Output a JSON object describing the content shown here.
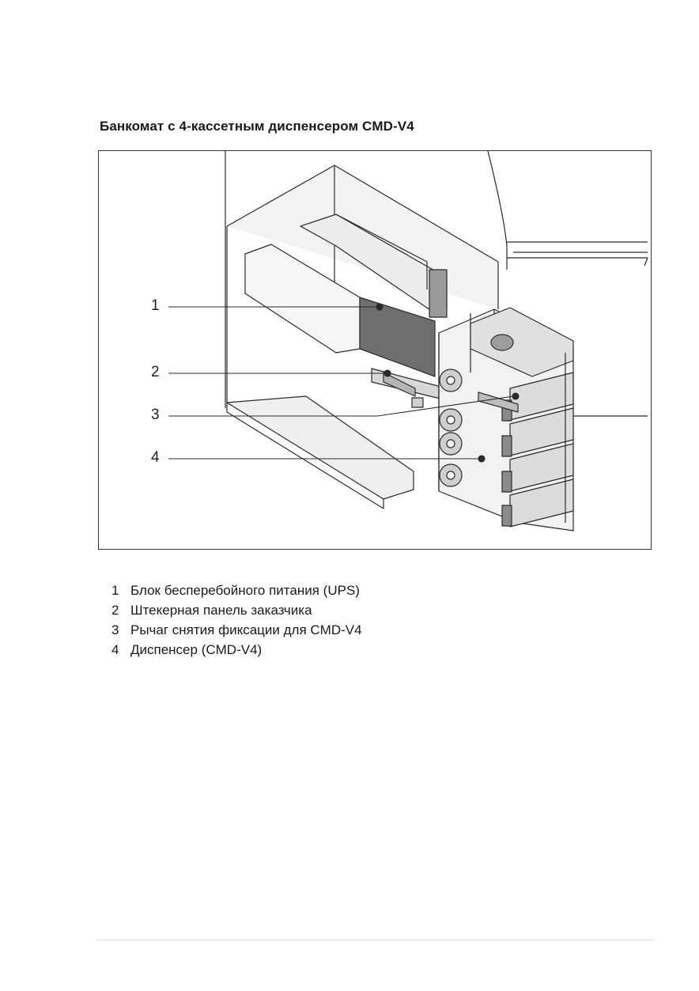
{
  "document": {
    "title": "Банкомат с 4-кассетным диспенсером CMD-V4"
  },
  "figure": {
    "callouts": [
      "1",
      "2",
      "3",
      "4"
    ]
  },
  "legend": [
    {
      "num": "1",
      "text": "Блок бесперебойного питания (UPS)"
    },
    {
      "num": "2",
      "text": "Штекерная панель заказчика"
    },
    {
      "num": "3",
      "text": "Рычаг снятия фиксации для CMD-V4"
    },
    {
      "num": "4",
      "text": "Диспенсер (CMD-V4)"
    }
  ]
}
